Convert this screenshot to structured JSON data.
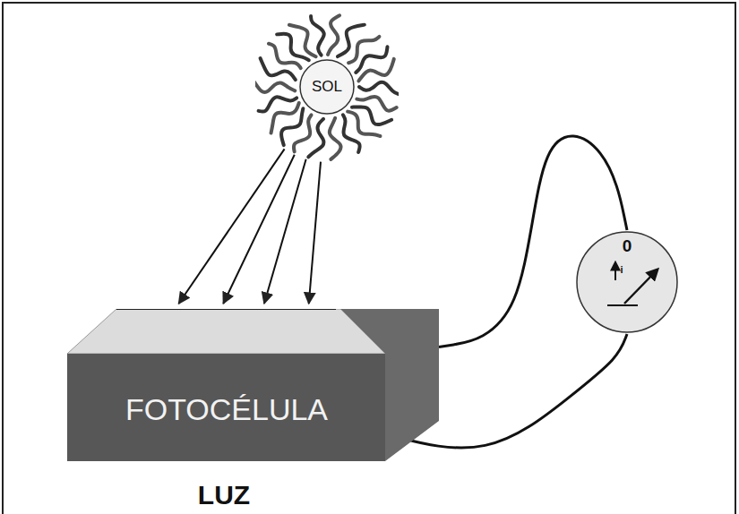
{
  "diagram": {
    "nodes": [
      {
        "text": [
          "SOL"
        ]
      },
      {
        "text": [
          "FOTOCÉLULA"
        ]
      },
      {
        "text": [
          "0",
          "i"
        ]
      }
    ],
    "edges": [
      {
        "from": 0,
        "to": 1,
        "arrow": "to"
      },
      {
        "from": 0,
        "to": 1,
        "arrow": "to"
      },
      {
        "from": 0,
        "to": 1,
        "arrow": "to"
      },
      {
        "from": 0,
        "to": 1,
        "arrow": "to"
      },
      {
        "from": 1,
        "to": 2,
        "arrow": "none"
      },
      {
        "from": 1,
        "to": 2,
        "arrow": "none"
      }
    ],
    "labels": [
      "LUZ"
    ]
  }
}
